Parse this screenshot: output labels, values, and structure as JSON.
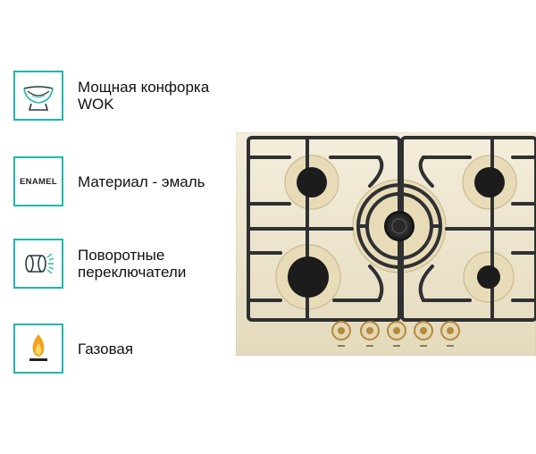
{
  "features": [
    {
      "label": "Мощная конфорка WOK",
      "icon": "wok-icon"
    },
    {
      "label": "Материал - эмаль",
      "icon": "enamel-icon",
      "icon_text": "ENAMEL"
    },
    {
      "label": "Поворотные переключатели",
      "icon": "rotary-knob-icon"
    },
    {
      "label": "Газовая",
      "icon": "gas-flame-icon"
    }
  ],
  "colors": {
    "accent": "#1fb7ad",
    "hob_surface": "#efe6cc",
    "grate": "#2f3032",
    "burner": "#1c1c1d",
    "knob_trim": "#b38a3e",
    "flame_outer": "#f4a21f",
    "flame_inner": "#ffd865"
  }
}
